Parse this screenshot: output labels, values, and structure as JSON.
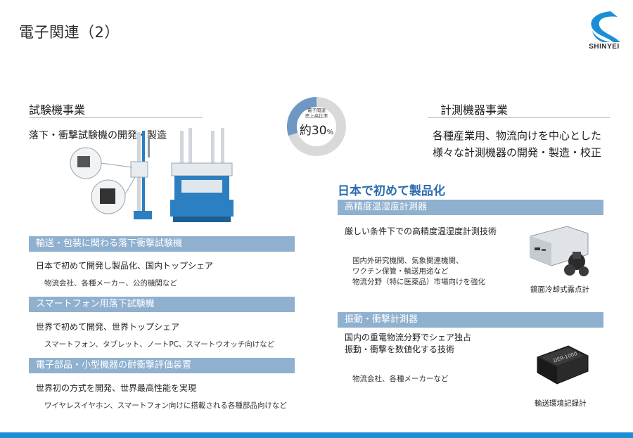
{
  "page": {
    "title": "電子関連（2）"
  },
  "logo": {
    "text": "SHINYEI"
  },
  "colors": {
    "bar": "#8fb0cf",
    "accent_blue": "#2b6cb0",
    "stripe": "#1b8fd6",
    "donut_gray": "#d9d9d9",
    "donut_blue": "#6f97c4"
  },
  "left": {
    "heading": "試験機事業",
    "lead": "落下・衝撃試験機の開発・製造",
    "sections": [
      {
        "bar": "輸送・包装に関わる落下衝撃試験機",
        "main": "日本で初めて開発し製品化、国内トップシェア",
        "sub": "物流会社、各種メーカー、公的機関など"
      },
      {
        "bar": "スマートフォン用落下試験機",
        "main": "世界で初めて開発、世界トップシェア",
        "sub": "スマートフォン、タブレット、ノートPC、スマートウオッチ向けなど"
      },
      {
        "bar": "電子部品・小型機器の耐衝撃評価装置",
        "main": "世界初の方式を開発、世界最高性能を実現",
        "sub": "ワイヤレスイヤホン、スマートフォン向けに搭載される各種部品向けなど"
      }
    ]
  },
  "donut": {
    "label_line1": "電子関連",
    "label_line2": "売上高比率",
    "prefix": "約",
    "value": "30",
    "unit": "%",
    "share": 0.3
  },
  "right": {
    "heading": "計測機器事業",
    "lead_line1": "各種産業用、物流向けを中心とした",
    "lead_line2": "様々な計測機器の開発・製造・校正",
    "first_in_japan": "日本で初めて製品化",
    "sections": [
      {
        "bar": "高精度温湿度計測器",
        "main1": "厳しい条件下での高精度温湿度計測技術",
        "main2": "",
        "sub1": "国内外研究機関、気象関連機関、",
        "sub2": "ワクチン保管・輸送用途など",
        "sub3": "物流分野（特に医薬品）市場向けを強化",
        "caption": "鏡面冷却式露点計"
      },
      {
        "bar": "振動・衝撃計測器",
        "main1": "国内の重電物流分野でシェア独占",
        "main2": "振動・衝撃を数値化する技術",
        "sub1": "物流会社、各種メーカーなど",
        "sub2": "",
        "sub3": "",
        "caption": "輸送環境記録計",
        "device_label": "DER-1000"
      }
    ]
  }
}
